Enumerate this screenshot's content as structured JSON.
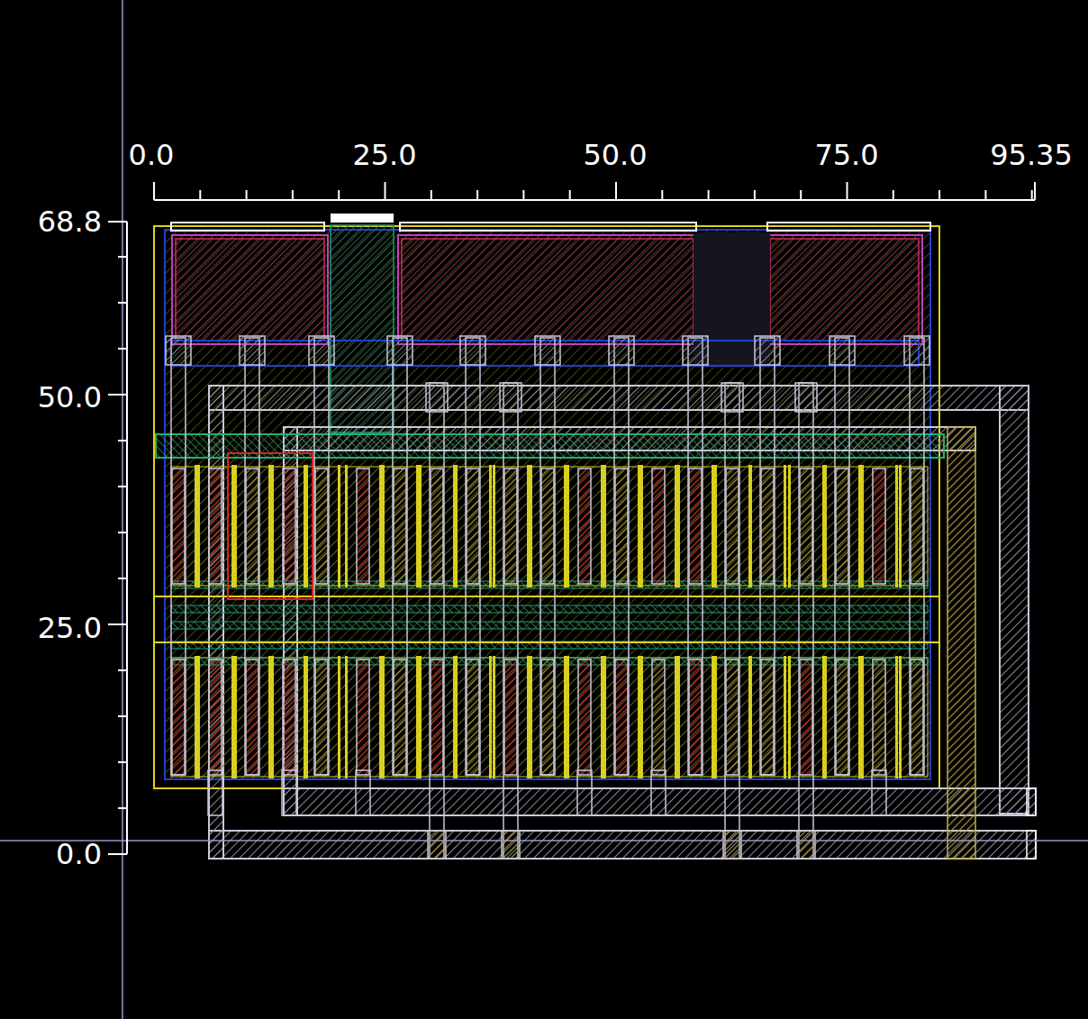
{
  "diagram": {
    "labels": [
      "0.0",
      "25.0",
      "50.0",
      "75.0",
      "95.35",
      "68.8",
      "50.0",
      "25.0",
      "0.0"
    ]
  }
}
